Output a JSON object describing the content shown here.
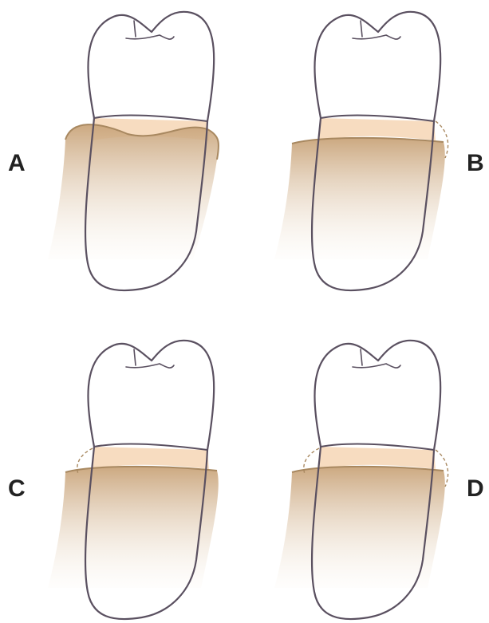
{
  "panels": [
    {
      "id": "a",
      "label": "A",
      "gap_left": false,
      "gap_right": false,
      "gum_style": "covering"
    },
    {
      "id": "b",
      "label": "B",
      "gap_left": false,
      "gap_right": true,
      "gum_style": "receded"
    },
    {
      "id": "c",
      "label": "C",
      "gap_left": true,
      "gap_right": false,
      "gum_style": "receded"
    },
    {
      "id": "d",
      "label": "D",
      "gap_left": true,
      "gap_right": true,
      "gum_style": "receded"
    }
  ],
  "colors": {
    "outline": "#5a5060",
    "collar": "#f7dcc0",
    "gum_top": "#c9a47a",
    "gum_bottom": "#fbf7f1",
    "gum_edge": "#a88860",
    "label": "#222222",
    "background": "#ffffff"
  },
  "icons": {
    "groove": "occlusal-groove-icon",
    "gap": "dashed-gap-icon"
  }
}
